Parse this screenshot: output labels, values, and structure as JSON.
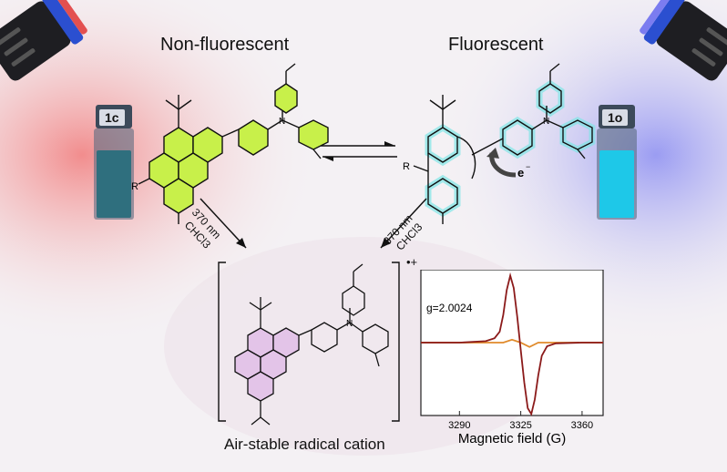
{
  "headings": {
    "left": "Non-fluorescent",
    "right": "Fluorescent",
    "bottom": "Air-stable radical cation"
  },
  "vials": {
    "left": {
      "label": "1c",
      "color": "#2f6f7e"
    },
    "right": {
      "label": "1o",
      "color": "#1ec8e8"
    }
  },
  "molecule_labels": {
    "r_left": "R",
    "r_right": "R",
    "electron": "e",
    "electron_sup": "−",
    "radical_sup": "•+"
  },
  "conditions": {
    "left": {
      "wavelength": "370 nm",
      "solvent": "CHCl3"
    },
    "right": {
      "wavelength": "370 nm",
      "solvent": "CHCl3"
    }
  },
  "colors": {
    "closed_ring": "#c8f04a",
    "open_glow": "#7fe6e6",
    "cation_ring": "#e3c4e8",
    "red_glow": "#f07a7a",
    "blue_glow": "#8a8cf5",
    "epr_main": "#8b1a1a",
    "epr_ref": "#e08a2a"
  },
  "chart_data": {
    "type": "line",
    "title": "",
    "xlabel": "Magnetic field (G)",
    "ylabel": "",
    "annotation": "g=2.0024",
    "xlim": [
      3268,
      3372
    ],
    "xticks": [
      3290,
      3325,
      3360
    ],
    "ylim": [
      -1.0,
      1.0
    ],
    "series": [
      {
        "x": [
          3268,
          3290,
          3305,
          3310,
          3313,
          3315,
          3317,
          3319,
          3321,
          3323,
          3325,
          3327,
          3329,
          3331,
          3333,
          3335,
          3337,
          3340,
          3345,
          3360,
          3372
        ],
        "y": [
          0,
          0,
          0.02,
          0.06,
          0.15,
          0.38,
          0.72,
          0.92,
          0.75,
          0.35,
          -0.1,
          -0.55,
          -0.9,
          -0.98,
          -0.78,
          -0.45,
          -0.18,
          -0.05,
          -0.01,
          0,
          0
        ]
      },
      {
        "x": [
          3268,
          3315,
          3320,
          3325,
          3330,
          3335,
          3372
        ],
        "y": [
          0,
          0,
          0.04,
          0,
          -0.06,
          0,
          0
        ]
      }
    ]
  }
}
